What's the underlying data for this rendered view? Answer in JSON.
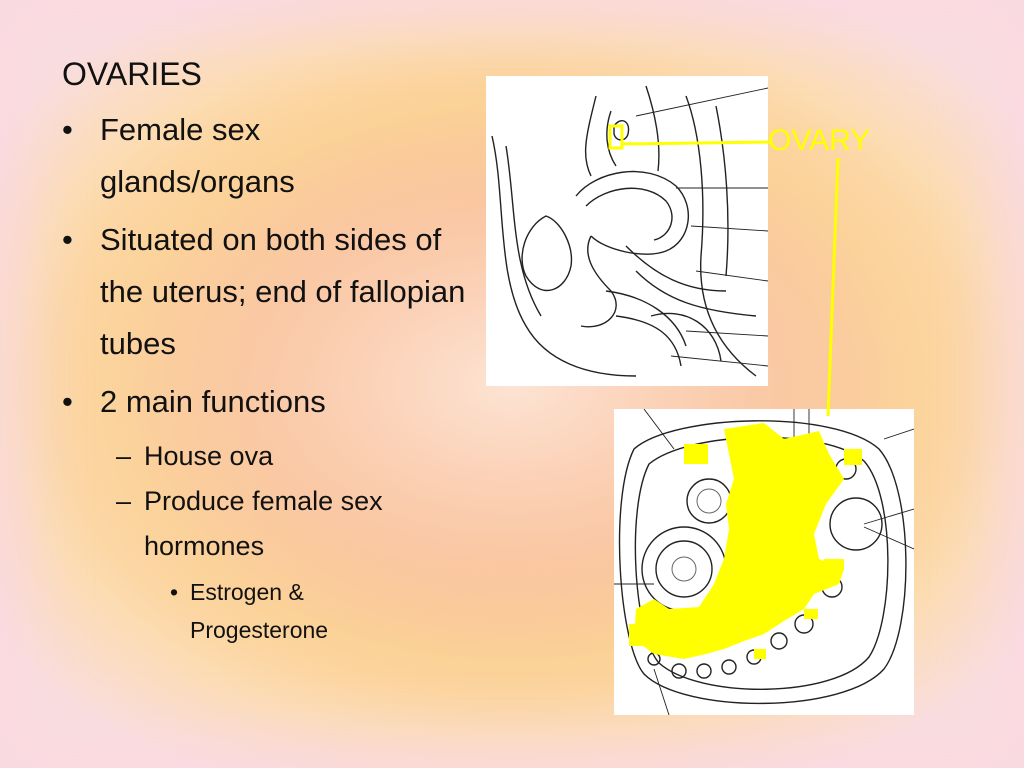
{
  "slide": {
    "title": "OVARIES",
    "bullets": [
      {
        "text": "Female sex glands/organs"
      },
      {
        "text": "Situated on both sides of the uterus; end of fallopian tubes"
      },
      {
        "text": "2 main functions"
      }
    ],
    "sub_bullets": [
      {
        "text": "House ova"
      },
      {
        "text": "Produce female sex hormones"
      }
    ],
    "sub_sub_bullets": [
      {
        "text": "Estrogen & Progesterone"
      }
    ],
    "bullet_symbol": "•",
    "dash_symbol": "–"
  },
  "figures": {
    "callout_label": "OVARY",
    "highlight_color": "#ffff00",
    "top_image_icon": "pelvis-cross-section-drawing",
    "bottom_image_icon": "ovary-cross-section-drawing"
  }
}
